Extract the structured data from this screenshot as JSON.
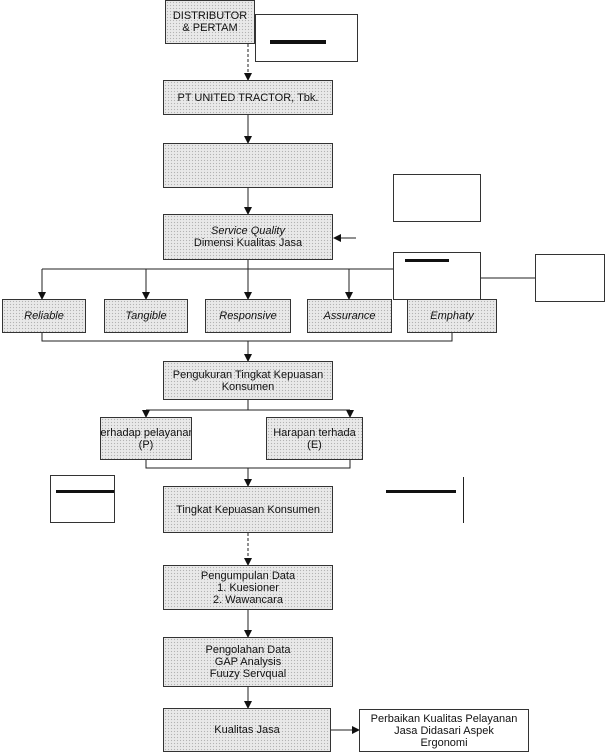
{
  "nodes": {
    "distributor": [
      "DISTRIBUTOR",
      "& PERTAM"
    ],
    "company": "PT UNITED TRACTOR, Tbk.",
    "service_quality": {
      "line1": "Service Quality",
      "line2": "Dimensi Kualitas Jasa"
    },
    "dimensions": [
      "Reliable",
      "Tangible",
      "Responsive",
      "Assurance",
      "Emphaty"
    ],
    "measurement": [
      "Pengukuran Tingkat Kepuasan",
      "Konsumen"
    ],
    "perception": [
      "terhadap pelayanan",
      "(P)"
    ],
    "expectation": [
      "Harapan terhada",
      "(E)"
    ],
    "satisfaction": "Tingkat Kepuasan Konsumen",
    "data_collection": [
      "Pengumpulan Data",
      "1. Kuesioner",
      "2. Wawancara"
    ],
    "data_processing": [
      "Pengolahan Data",
      "GAP Analysis",
      "Fuuzy Servqual"
    ],
    "service_quality_result": "Kualitas Jasa",
    "improvement": [
      "Perbaikan Kualitas Pelayanan",
      "Jasa Didasari Aspek",
      "Ergonomi"
    ]
  }
}
